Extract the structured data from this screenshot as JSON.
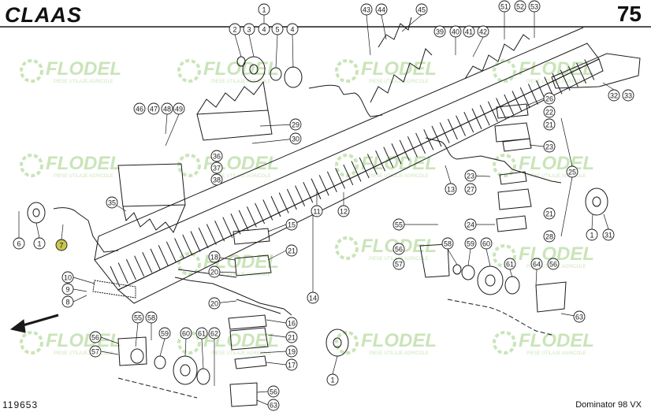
{
  "header": {
    "brand": "CLAAS",
    "page_number": "75"
  },
  "footer": {
    "doc_number": "119653",
    "model": "Dominator 98 VX"
  },
  "watermark": {
    "name": "FLODEL",
    "tagline": "PIESE UTILAJE AGRICOLE",
    "color": "#b9dca2"
  },
  "colors": {
    "line": "#1a1a1a",
    "callout_highlight": "#c8c850"
  },
  "callouts": [
    {
      "id": "c1a",
      "label": "1"
    },
    {
      "id": "c2",
      "label": "2"
    },
    {
      "id": "c3",
      "label": "3"
    },
    {
      "id": "c4a",
      "label": "4"
    },
    {
      "id": "c5",
      "label": "5"
    },
    {
      "id": "c4b",
      "label": "4"
    },
    {
      "id": "c43",
      "label": "43"
    },
    {
      "id": "c44",
      "label": "44"
    },
    {
      "id": "c45",
      "label": "45"
    },
    {
      "id": "c39",
      "label": "39"
    },
    {
      "id": "c40",
      "label": "40"
    },
    {
      "id": "c41",
      "label": "41"
    },
    {
      "id": "c42",
      "label": "42"
    },
    {
      "id": "c51",
      "label": "51"
    },
    {
      "id": "c52",
      "label": "52"
    },
    {
      "id": "c53",
      "label": "53"
    },
    {
      "id": "c32",
      "label": "32"
    },
    {
      "id": "c33",
      "label": "33"
    },
    {
      "id": "c46",
      "label": "46"
    },
    {
      "id": "c47",
      "label": "47"
    },
    {
      "id": "c48",
      "label": "48"
    },
    {
      "id": "c49",
      "label": "49"
    },
    {
      "id": "c29",
      "label": "29"
    },
    {
      "id": "c30",
      "label": "30"
    },
    {
      "id": "c26",
      "label": "26"
    },
    {
      "id": "c22",
      "label": "22"
    },
    {
      "id": "c21a",
      "label": "21"
    },
    {
      "id": "c23a",
      "label": "23"
    },
    {
      "id": "c25",
      "label": "25"
    },
    {
      "id": "c36",
      "label": "36"
    },
    {
      "id": "c37",
      "label": "37"
    },
    {
      "id": "c38",
      "label": "38"
    },
    {
      "id": "c23b",
      "label": "23"
    },
    {
      "id": "c27",
      "label": "27"
    },
    {
      "id": "c21b",
      "label": "21"
    },
    {
      "id": "c13",
      "label": "13"
    },
    {
      "id": "c35",
      "label": "35"
    },
    {
      "id": "c11",
      "label": "11"
    },
    {
      "id": "c12",
      "label": "12"
    },
    {
      "id": "c24",
      "label": "24"
    },
    {
      "id": "c28",
      "label": "28"
    },
    {
      "id": "c55a",
      "label": "55"
    },
    {
      "id": "c6",
      "label": "6"
    },
    {
      "id": "c1b",
      "label": "1"
    },
    {
      "id": "c7",
      "label": "7"
    },
    {
      "id": "c15",
      "label": "15"
    },
    {
      "id": "c18",
      "label": "18"
    },
    {
      "id": "c21c",
      "label": "21"
    },
    {
      "id": "c20a",
      "label": "20"
    },
    {
      "id": "c56a",
      "label": "56"
    },
    {
      "id": "c58a",
      "label": "58"
    },
    {
      "id": "c59a",
      "label": "59"
    },
    {
      "id": "c60a",
      "label": "60"
    },
    {
      "id": "c57a",
      "label": "57"
    },
    {
      "id": "c61a",
      "label": "61"
    },
    {
      "id": "c64",
      "label": "64"
    },
    {
      "id": "c56b",
      "label": "56"
    },
    {
      "id": "c1c",
      "label": "1"
    },
    {
      "id": "c31",
      "label": "31"
    },
    {
      "id": "c10",
      "label": "10"
    },
    {
      "id": "c9",
      "label": "9"
    },
    {
      "id": "c8",
      "label": "8"
    },
    {
      "id": "c14",
      "label": "14"
    },
    {
      "id": "c20b",
      "label": "20"
    },
    {
      "id": "c16",
      "label": "16"
    },
    {
      "id": "c21d",
      "label": "21"
    },
    {
      "id": "c19",
      "label": "19"
    },
    {
      "id": "c17",
      "label": "17"
    },
    {
      "id": "c63a",
      "label": "63"
    },
    {
      "id": "c56c",
      "label": "56"
    },
    {
      "id": "c55b",
      "label": "55"
    },
    {
      "id": "c58b",
      "label": "58"
    },
    {
      "id": "c57b",
      "label": "57"
    },
    {
      "id": "c59b",
      "label": "59"
    },
    {
      "id": "c60b",
      "label": "60"
    },
    {
      "id": "c61b",
      "label": "61"
    },
    {
      "id": "c62",
      "label": "62"
    },
    {
      "id": "c1d",
      "label": "1"
    },
    {
      "id": "c56d",
      "label": "56"
    },
    {
      "id": "c63b",
      "label": "63"
    }
  ]
}
